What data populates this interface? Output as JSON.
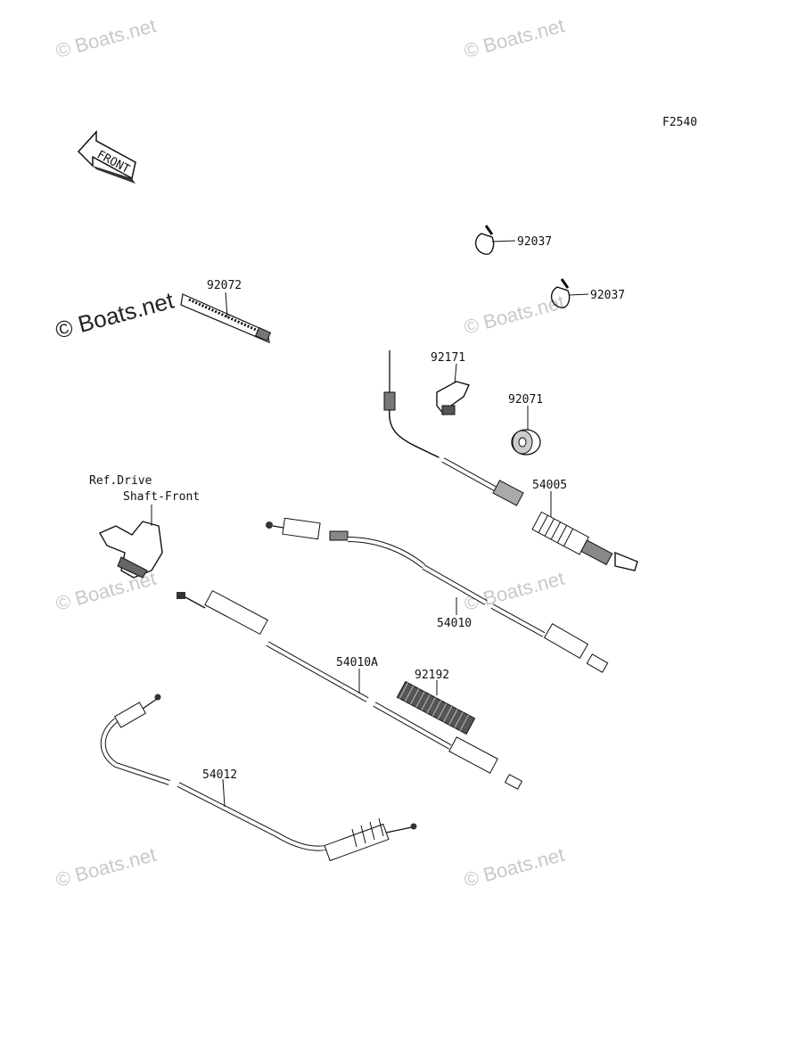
{
  "diagram_code": "F2540",
  "front_arrow_text": "FRONT",
  "watermark": "© Boats.net",
  "watermark_prominent": "© Boats.net",
  "ref_note": {
    "line1": "Ref.Drive",
    "line2": "Shaft-Front"
  },
  "parts": [
    {
      "number": "92037"
    },
    {
      "number": "92037"
    },
    {
      "number": "92072"
    },
    {
      "number": "92171"
    },
    {
      "number": "92071"
    },
    {
      "number": "54005"
    },
    {
      "number": "54010"
    },
    {
      "number": "54010A"
    },
    {
      "number": "92192"
    },
    {
      "number": "54012"
    }
  ]
}
